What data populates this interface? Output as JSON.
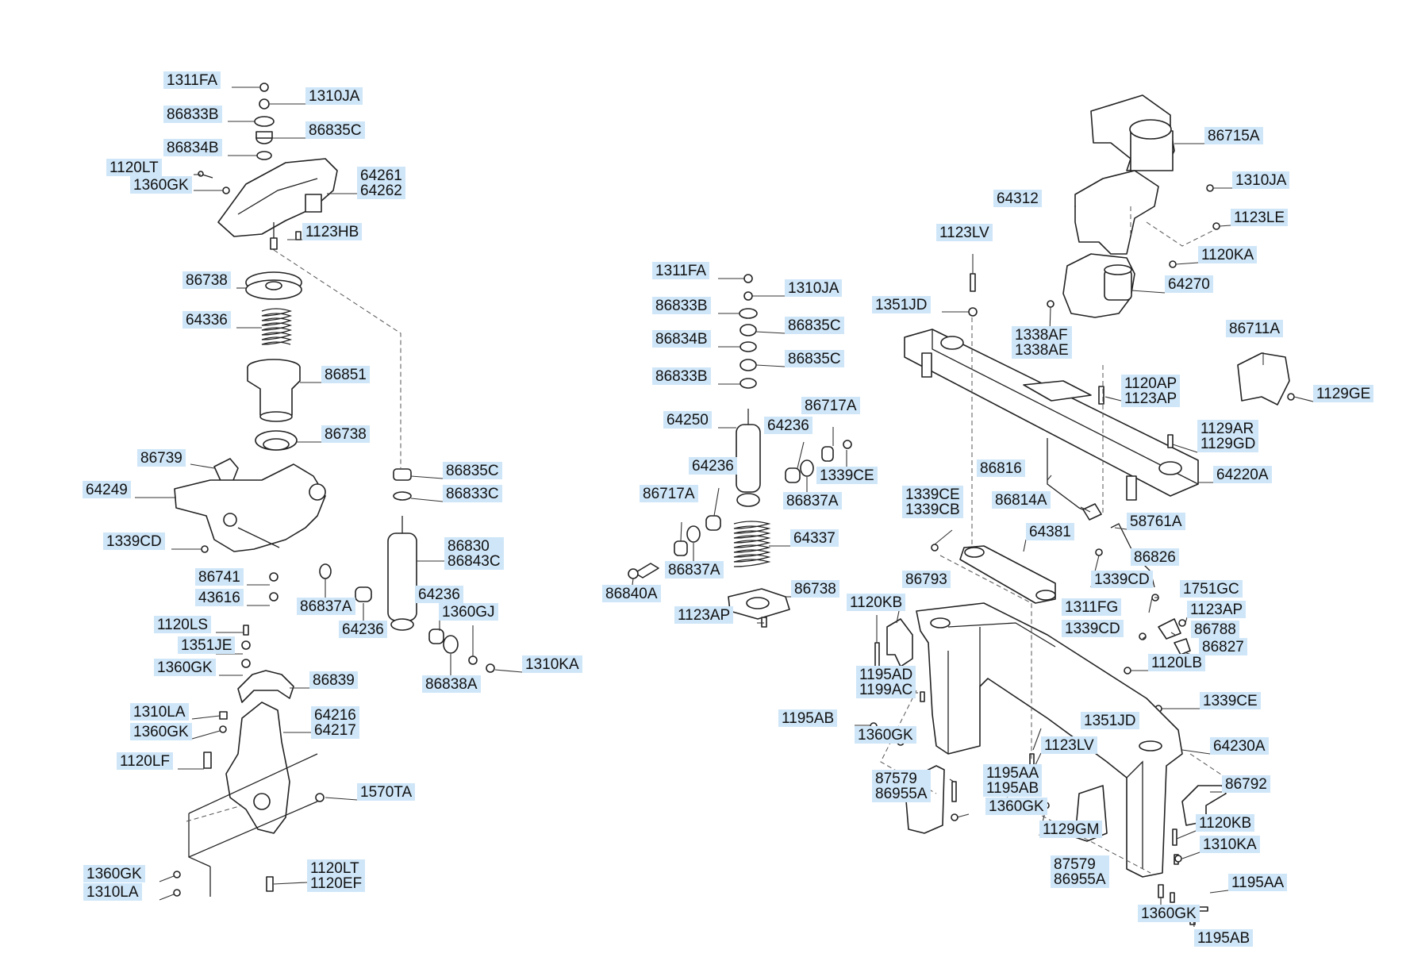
{
  "labels": [
    "1311FA",
    "1310JA",
    "86833B",
    "86835C",
    "86834B",
    "1120LT",
    "1360GK",
    "64261\n64262",
    "1123HB",
    "86738",
    "64336",
    "86851",
    "86738",
    "86739",
    "64249",
    "1339CD",
    "86741",
    "43616",
    "1120LS",
    "1351JE",
    "1360GK",
    "86839",
    "1310LA",
    "1360GK",
    "64216\n64217",
    "1120LF",
    "1570TA",
    "1360GK",
    "1310LA",
    "1120LT\n1120EF",
    "86835C",
    "86833C",
    "86830\n86843C",
    "86837A",
    "64236",
    "64236",
    "1360GJ",
    "1310KA",
    "86838A",
    "1311FA",
    "1310JA",
    "86833B",
    "86835C",
    "86834B",
    "86835C",
    "86833B",
    "64250",
    "86717A",
    "64236",
    "1339CE",
    "64236",
    "86717A",
    "86837A",
    "86837A",
    "64337",
    "86840A",
    "86738",
    "1123AP",
    "86715A",
    "1310JA",
    "64312",
    "1123LE",
    "1123LV",
    "1120KA",
    "64270",
    "1351JD",
    "1338AF\n1338AE",
    "86711A",
    "1120AP\n1123AP",
    "1129GE",
    "1129AR\n1129GD",
    "64220A",
    "86816",
    "1339CE\n1339CB",
    "86814A",
    "58761A",
    "64381",
    "86826",
    "86793",
    "1120KB",
    "1339CD",
    "1751GC",
    "1311FG",
    "1123AP",
    "1339CD",
    "86788",
    "86827",
    "1120LB",
    "1195AD\n1199AC",
    "1339CE",
    "1195AB",
    "1351JD",
    "1360GK",
    "1123LV",
    "64230A",
    "87579\n86955A",
    "1195AA\n1195AB",
    "86792",
    "1360GK",
    "1120KB",
    "1129GM",
    "87579\n86955A",
    "1310KA",
    "1195AA",
    "1360GK",
    "1195AB"
  ]
}
